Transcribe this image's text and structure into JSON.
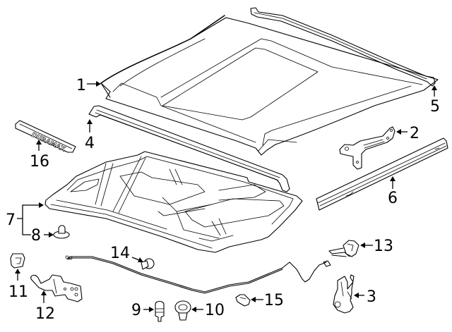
{
  "diagram": {
    "title": "Hood & Components exploded parts diagram",
    "callouts": [
      {
        "id": "callout-1",
        "label": "1",
        "part": "hood-panel"
      },
      {
        "id": "callout-2",
        "label": "2",
        "part": "hood-hinge"
      },
      {
        "id": "callout-3",
        "label": "3",
        "part": "hood-latch"
      },
      {
        "id": "callout-4",
        "label": "4",
        "part": "front-seal"
      },
      {
        "id": "callout-5",
        "label": "5",
        "part": "rear-seal"
      },
      {
        "id": "callout-6",
        "label": "6",
        "part": "side-seal"
      },
      {
        "id": "callout-7",
        "label": "7",
        "part": "insulator"
      },
      {
        "id": "callout-8",
        "label": "8",
        "part": "insulator-retainer"
      },
      {
        "id": "callout-9",
        "label": "9",
        "part": "bumper"
      },
      {
        "id": "callout-10",
        "label": "10",
        "part": "bumper-cap"
      },
      {
        "id": "callout-11",
        "label": "11",
        "part": "clip"
      },
      {
        "id": "callout-12",
        "label": "12",
        "part": "prop-rod"
      },
      {
        "id": "callout-13",
        "label": "13",
        "part": "release-handle"
      },
      {
        "id": "callout-14",
        "label": "14",
        "part": "cable-clip"
      },
      {
        "id": "callout-15",
        "label": "15",
        "part": "retainer"
      },
      {
        "id": "callout-16",
        "label": "16",
        "part": "emblem"
      }
    ],
    "emblem_text": "DURAMAX",
    "colors": {
      "line": "#000000",
      "background": "#ffffff"
    }
  }
}
